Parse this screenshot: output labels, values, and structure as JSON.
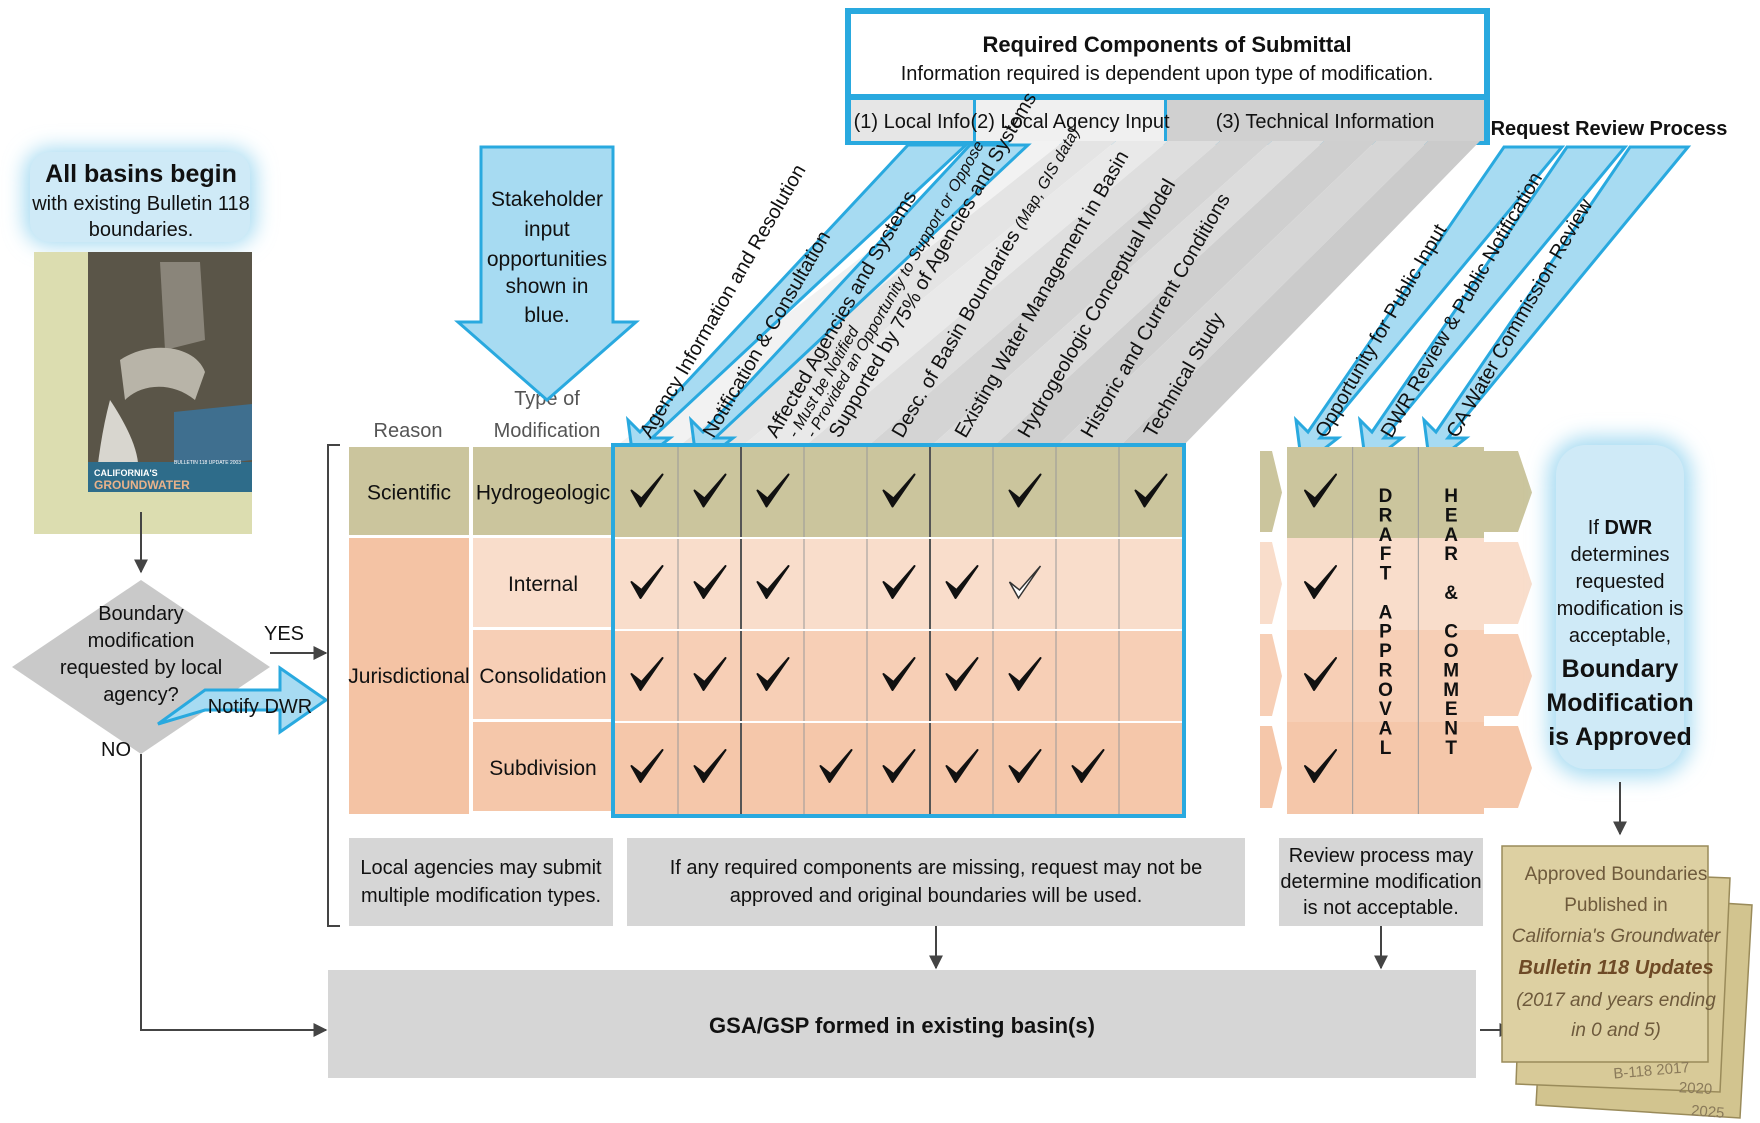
{
  "colors": {
    "blue": "#29a9df",
    "lightblue": "#a7dbf2",
    "olive": "#c8c29a",
    "salmon": "#f4c3a4",
    "paleSalmon": "#fbe6da",
    "gray": "#d6d6d6",
    "cover": "#dcddb0",
    "tan": "#d8ca98"
  },
  "start": {
    "title": "All basins begin",
    "line1": "with existing Bulletin 118",
    "line2": "boundaries."
  },
  "cover": {
    "line1": "CALIFORNIA'S",
    "line2": "GROUNDWATER",
    "small": "BULLETIN 118   UPDATE 2003"
  },
  "stakeholder": {
    "lines": [
      "Stakeholder",
      "input",
      "opportunities",
      "shown in",
      "blue."
    ]
  },
  "header": {
    "title": "Required Components of Submittal",
    "subtitle": "Information required is dependent upon type of modification."
  },
  "subheaders": {
    "local": "(1) Local Info",
    "agency": "(2) Local Agency Input",
    "tech": "(3) Technical Information"
  },
  "review_title": "Request Review Process",
  "col_labels": {
    "reason": "Reason",
    "type1": "Type of",
    "type2": "Modification"
  },
  "columns": [
    {
      "label": "Agency Information and Resolution"
    },
    {
      "label": "Notification & Consultation"
    },
    {
      "label": "Affected Agencies and Systems",
      "sub1": "- Must be Notified",
      "sub2": "- Provided an Opportunity to Support or Oppose"
    },
    {
      "label": "Supported by 75% of Agencies and Systems"
    },
    {
      "label": "Desc. of Basin Boundaries",
      "italic": "(Map, GIS data)"
    },
    {
      "label": "Existing Water Management in Basin"
    },
    {
      "label": "Hydrogeologic Conceptual Model"
    },
    {
      "label": "Historic and Current Conditions"
    },
    {
      "label": "Technical Study"
    }
  ],
  "review_columns": [
    {
      "label": "Opportunity for Public Input"
    },
    {
      "label": "DWR Review & Public Notification"
    },
    {
      "label": "CA Water Commission Review"
    }
  ],
  "rows": [
    {
      "reason": "Scientific",
      "type": "Hydrogeologic",
      "checks": [
        1,
        1,
        1,
        0,
        1,
        0,
        1,
        0,
        1
      ]
    },
    {
      "reason": "Jurisdictional",
      "type": "Internal",
      "checks": [
        1,
        1,
        1,
        0,
        1,
        1,
        2,
        0,
        0
      ]
    },
    {
      "reason": "",
      "type": "Consolidation",
      "checks": [
        1,
        1,
        1,
        0,
        1,
        1,
        1,
        0,
        0
      ]
    },
    {
      "reason": "",
      "type": "Subdivision",
      "checks": [
        1,
        1,
        0,
        1,
        1,
        1,
        1,
        1,
        0
      ]
    }
  ],
  "vertical": {
    "draft": "DRAFT APPROVAL",
    "hear": "HEAR & COMMENT"
  },
  "decision": {
    "lines": [
      "Boundary",
      "modification",
      "requested by local",
      "agency?"
    ],
    "yes": "YES",
    "no": "NO",
    "notify": "Notify DWR"
  },
  "notes": {
    "n1": [
      "Local agencies may submit",
      "multiple modification types."
    ],
    "n2": [
      "If any required components are missing, request may not be",
      "approved and original boundaries will be used."
    ],
    "n3": [
      "Review process may",
      "determine modification",
      "is not acceptable."
    ]
  },
  "approval": {
    "if": "If",
    "dwr": "DWR",
    "lines": [
      "determines",
      "requested",
      "modification is",
      "acceptable,"
    ],
    "bold": [
      "Boundary",
      "Modification",
      "is Approved"
    ]
  },
  "gsa": "GSA/GSP formed in existing basin(s)",
  "published": {
    "lines": [
      "Approved Boundaries",
      "Published in"
    ],
    "italic": "California's Groundwater",
    "bold": "Bulletin 118 Updates",
    "italic2": [
      "(2017 and years ending",
      "in 0 and 5)"
    ],
    "years": [
      "B-118 2017",
      "2020",
      "2025"
    ]
  }
}
